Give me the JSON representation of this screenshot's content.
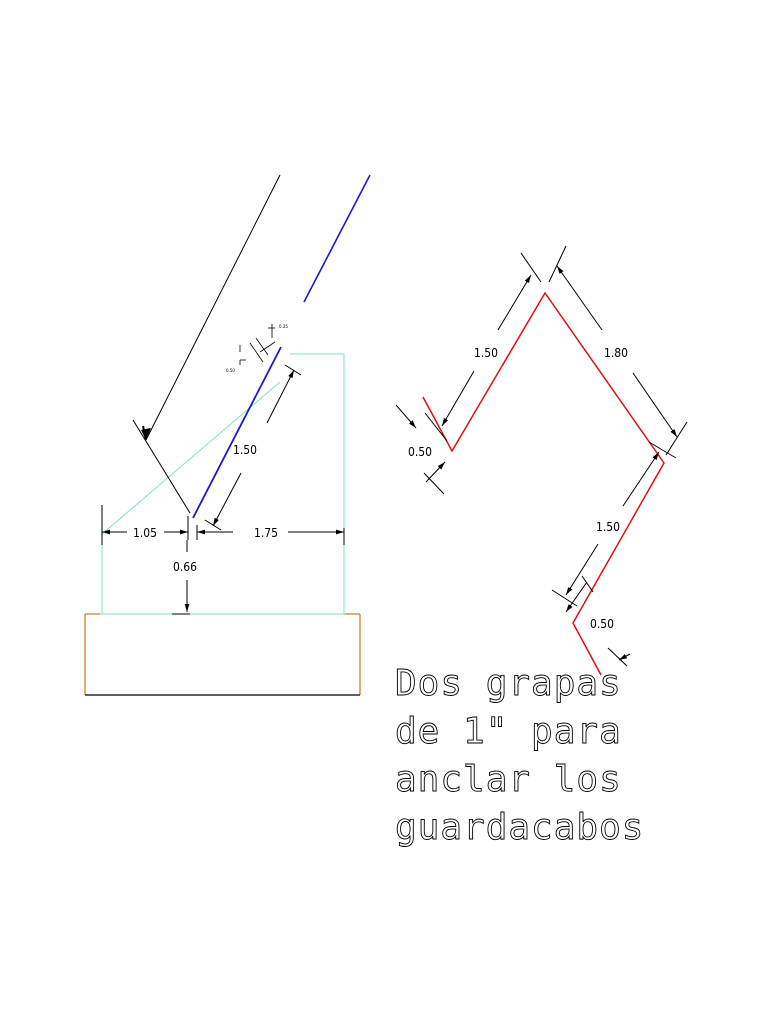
{
  "diagram": {
    "left": {
      "labels": {
        "dim_105": "1.05",
        "dim_175": "1.75",
        "dim_066": "0.66",
        "dim_150": "1.50",
        "tiny_a": "0.25",
        "tiny_b": "0.50"
      }
    },
    "right": {
      "labels": {
        "dim_150_top": "1.50",
        "dim_180": "1.80",
        "dim_050_left": "0.50",
        "dim_150_bottom": "1.50",
        "dim_050_bottom": "0.50"
      }
    },
    "note": {
      "line1": "Dos grapas",
      "line2": "de 1\" para",
      "line3": "anclar los",
      "line4": "guardacabos"
    },
    "colors": {
      "black": "#000000",
      "blue": "#1a1acc",
      "cyan": "#7fe0c8",
      "red": "#e01010",
      "orange": "#c87818"
    }
  }
}
